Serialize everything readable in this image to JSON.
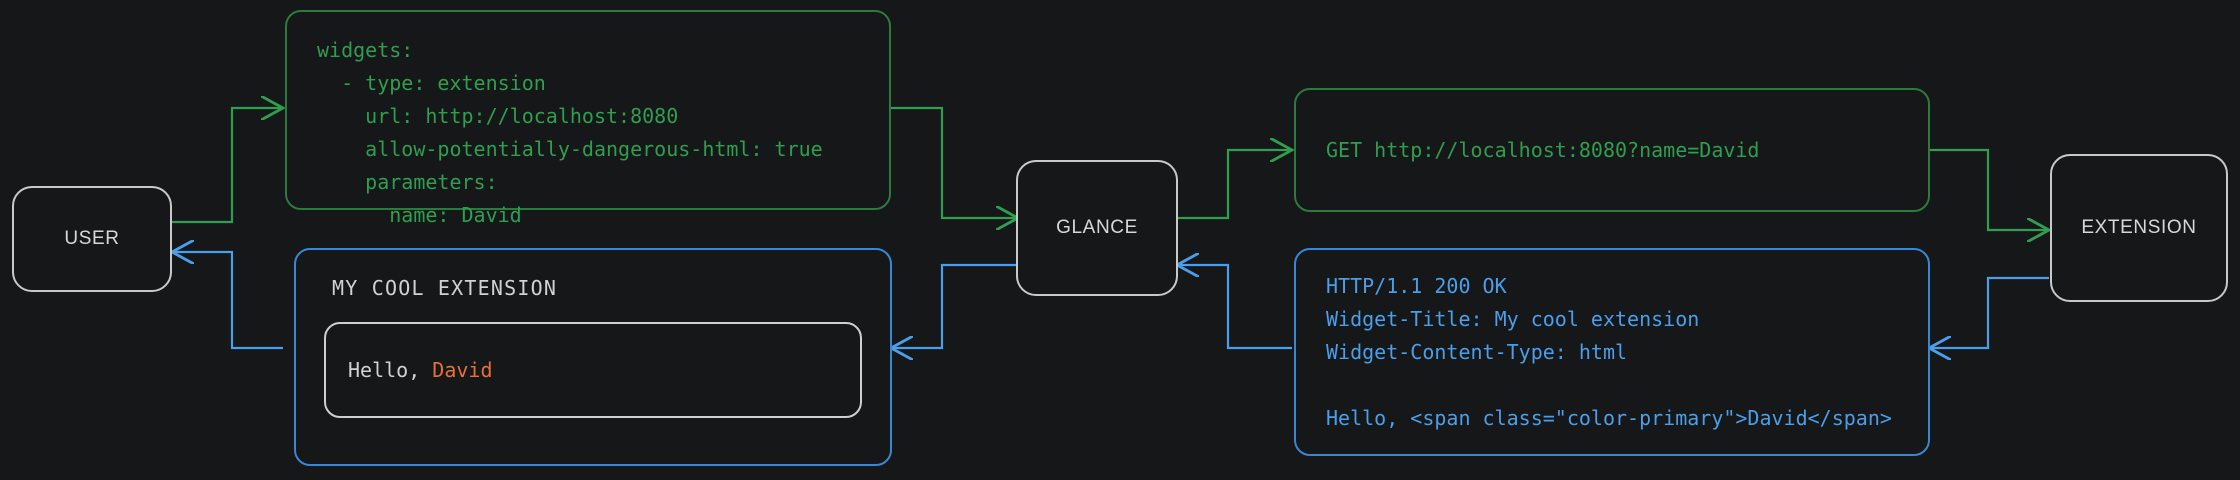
{
  "diagram": {
    "title": "glance extension request flow",
    "background": "#151718",
    "colors": {
      "request_green": "#2f9e4f",
      "response_blue": "#4a9eea",
      "node_border": "#c9c9c9",
      "accent_orange": "#e8703a",
      "text_light": "#d2d2d2"
    }
  },
  "nodes": {
    "user": {
      "label": "USER"
    },
    "glance": {
      "label": "GLANCE"
    },
    "extension": {
      "label": "EXTENSION"
    }
  },
  "panels": {
    "config": {
      "kind": "yaml-config",
      "color": "green",
      "lines": [
        "widgets:",
        "  - type: extension",
        "    url: http://localhost:8080",
        "    allow-potentially-dangerous-html: true",
        "    parameters:",
        "      name: David"
      ],
      "text": "widgets:\n  - type: extension\n    url: http://localhost:8080\n    allow-potentially-dangerous-html: true\n    parameters:\n      name: David"
    },
    "request": {
      "kind": "http-request",
      "color": "green",
      "method": "GET",
      "url": "http://localhost:8080?name=David",
      "text": "GET http://localhost:8080?name=David"
    },
    "response": {
      "kind": "http-response",
      "color": "blue",
      "status_line": "HTTP/1.1 200 OK",
      "headers": [
        "Widget-Title: My cool extension",
        "Widget-Content-Type: html"
      ],
      "body": "Hello, <span class=\"color-primary\">David</span>",
      "text": "HTTP/1.1 200 OK\nWidget-Title: My cool extension\nWidget-Content-Type: html\n\nHello, <span class=\"color-primary\">David</span>"
    },
    "widget": {
      "kind": "rendered-widget",
      "color": "blue",
      "title": "MY COOL EXTENSION",
      "body_prefix": "Hello, ",
      "body_accent": "David"
    }
  },
  "edges": [
    {
      "name": "user-to-config",
      "color": "#2f9e4f",
      "from": "user",
      "to": "config"
    },
    {
      "name": "config-to-glance",
      "color": "#2f9e4f",
      "from": "config",
      "to": "glance"
    },
    {
      "name": "glance-to-request",
      "color": "#2f9e4f",
      "from": "glance",
      "to": "request"
    },
    {
      "name": "request-to-extension",
      "color": "#2f9e4f",
      "from": "request",
      "to": "extension"
    },
    {
      "name": "extension-to-response",
      "color": "#4a9eea",
      "from": "extension",
      "to": "response"
    },
    {
      "name": "response-to-glance",
      "color": "#4a9eea",
      "from": "response",
      "to": "glance"
    },
    {
      "name": "glance-to-widget",
      "color": "#4a9eea",
      "from": "glance",
      "to": "widget"
    },
    {
      "name": "widget-to-user",
      "color": "#4a9eea",
      "from": "widget",
      "to": "user"
    }
  ]
}
